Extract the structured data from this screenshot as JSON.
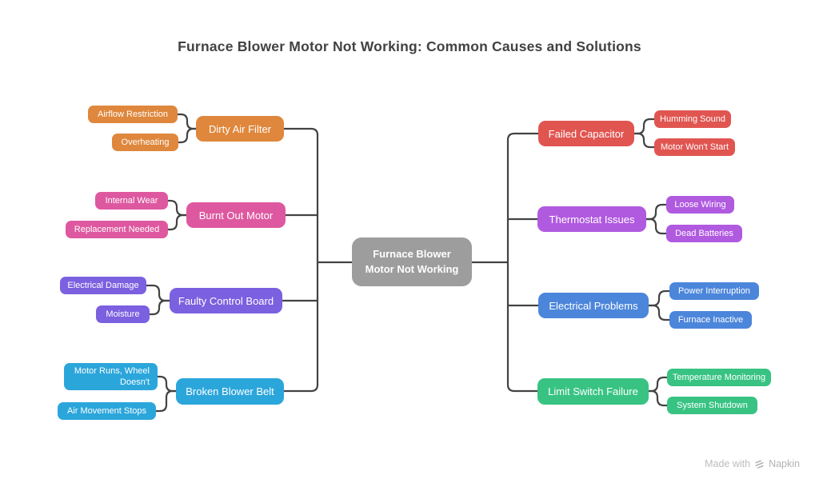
{
  "title": "Furnace Blower Motor Not Working: Common Causes and Solutions",
  "colors": {
    "orange": "#DF873C",
    "pink": "#DE58A0",
    "purple": "#7B60E0",
    "cyan": "#2BA6DB",
    "red": "#E15551",
    "violet": "#B05AE0",
    "blue": "#4C86DB",
    "green": "#38C383",
    "gray": "#9D9D9D",
    "line": "#434343",
    "title_text": "#424242",
    "watermark_text": "#BDBDBD"
  },
  "center": {
    "line1": "Furnace Blower",
    "line2": "Motor Not Working"
  },
  "branches": {
    "left": [
      {
        "label": "Dirty Air Filter",
        "children": [
          "Airflow Restriction",
          "Overheating"
        ]
      },
      {
        "label": "Burnt Out Motor",
        "children": [
          "Internal Wear",
          "Replacement Needed"
        ]
      },
      {
        "label": "Faulty Control Board",
        "children": [
          "Electrical Damage",
          "Moisture"
        ]
      },
      {
        "label": "Broken Blower Belt",
        "children": [
          "Motor Runs, Wheel Doesn't",
          "Air Movement Stops"
        ]
      }
    ],
    "right": [
      {
        "label": "Failed Capacitor",
        "children": [
          "Humming Sound",
          "Motor Won't Start"
        ]
      },
      {
        "label": "Thermostat Issues",
        "children": [
          "Loose Wiring",
          "Dead Batteries"
        ]
      },
      {
        "label": "Electrical Problems",
        "children": [
          "Power Interruption",
          "Furnace Inactive"
        ]
      },
      {
        "label": "Limit Switch Failure",
        "children": [
          "Temperature Monitoring",
          "System Shutdown"
        ]
      }
    ]
  },
  "watermark": {
    "prefix": "Made with",
    "brand": "Napkin"
  }
}
